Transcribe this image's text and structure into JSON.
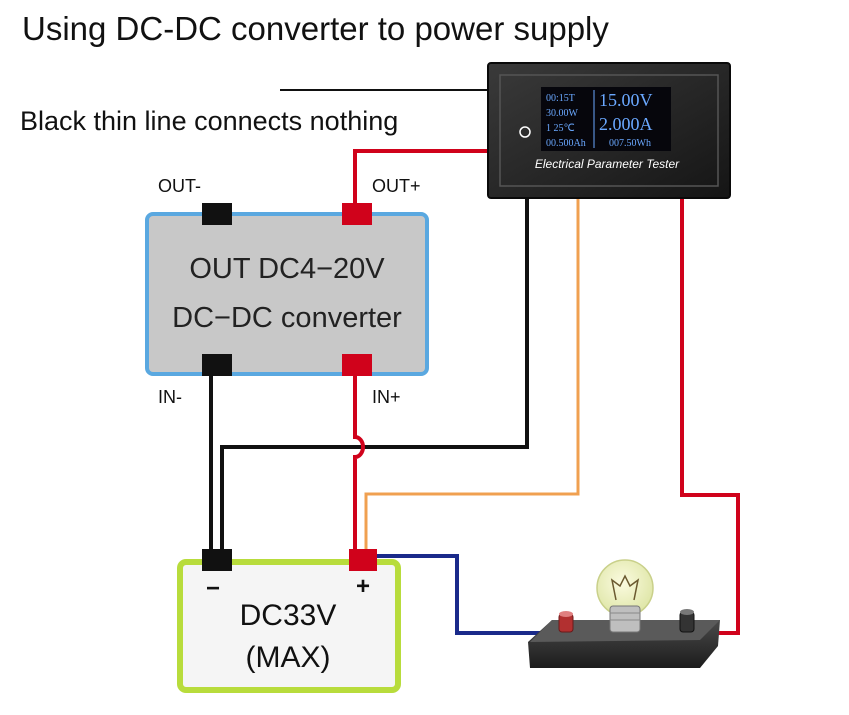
{
  "title": "Using DC-DC converter to power supply",
  "note": "Black thin line connects nothing",
  "converter": {
    "line1": "OUT  DC4−20V",
    "line2": "DC−DC converter",
    "label_out_minus": "OUT-",
    "label_out_plus": "OUT+",
    "label_in_minus": "IN-",
    "label_in_plus": "IN+"
  },
  "meter": {
    "time": "00:15T",
    "power": "30.00W",
    "index_temp": "1  25℃",
    "capacity": "00.500Ah",
    "energy": "007.50Wh",
    "voltage": "15.00V",
    "current": "2.000A",
    "caption": "Electrical Parameter Tester"
  },
  "battery": {
    "minus": "−",
    "plus": "+",
    "line1": "DC33V",
    "line2": "(MAX)"
  },
  "colors": {
    "red_wire": "#d0021b",
    "black_wire": "#111111",
    "orange_wire": "#f0a050",
    "blue_wire": "#1a2a8a",
    "converter_fill": "#c8c8c8",
    "converter_border": "#5aa8e0",
    "battery_fill": "#f5f5f5",
    "battery_border": "#b8dc3c",
    "meter_text": "#6aa8ff"
  }
}
